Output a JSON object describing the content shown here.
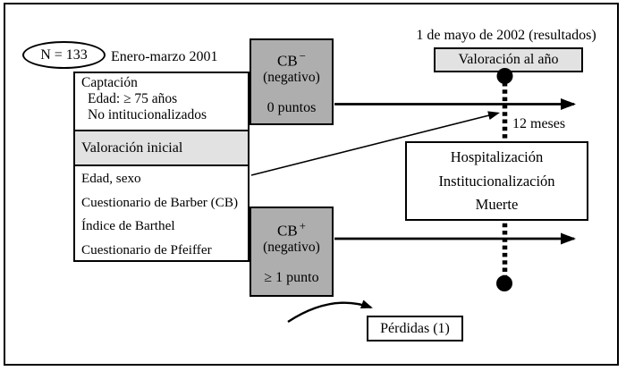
{
  "header": {
    "n_label": "N = 133",
    "period": "Enero-marzo 2001",
    "results": "1 de mayo de 2002 (resultados)"
  },
  "left_box": {
    "captacion": "Captación",
    "edad": "Edad: ≥ 75 años",
    "no_inst": "No intitucionalizados",
    "valoracion_inicial": "Valoración inicial",
    "measures": [
      "Edad, sexo",
      "Cuestionario de Barber (CB)",
      "Índice de Barthel",
      "Cuestionario de Pfeiffer"
    ]
  },
  "cb_negative": {
    "title": "CB",
    "sign": "−",
    "subtitle": "(negativo)",
    "points": "0 puntos"
  },
  "cb_positive": {
    "title": "CB",
    "sign": "+",
    "subtitle": "(negativo)",
    "points": "≥ 1 punto"
  },
  "timeline": {
    "valoracion_al_ano": "Valoración al año",
    "duration": "12 meses"
  },
  "outcomes": [
    "Hospitalización",
    "Institucionalización",
    "Muerte"
  ],
  "perdidas": {
    "label": "Pérdidas (1)"
  },
  "colors": {
    "box_gray": "#aeaeae",
    "shade_gray": "#e2e2e2",
    "ink": "#000000"
  }
}
